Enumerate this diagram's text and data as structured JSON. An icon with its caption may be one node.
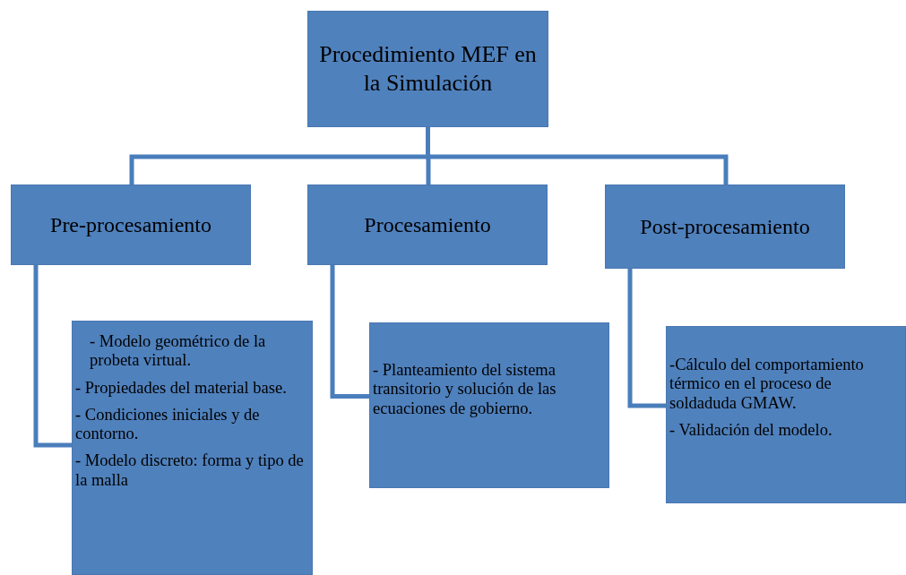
{
  "diagram": {
    "nodes": [
      {
        "text": [
          "Procedimiento MEF en la Simulación"
        ]
      },
      {
        "text": [
          "Pre-procesamiento"
        ]
      },
      {
        "text": [
          "Procesamiento"
        ]
      },
      {
        "text": [
          "Post-procesamiento"
        ]
      },
      {
        "text": [
          "- Modelo geométrico de la probeta virtual.",
          "- Propiedades del material base.",
          "- Condiciones iniciales y de contorno.",
          "- Modelo discreto: forma y tipo de la malla"
        ]
      },
      {
        "text": [
          "- Planteamiento del sistema transitorio y solución de las ecuaciones de gobierno."
        ]
      },
      {
        "text": [
          "-Cálculo del comportamiento térmico en el proceso de soldaduda GMAW.",
          "- Validación del modelo."
        ]
      }
    ],
    "edges": [
      {
        "from": 0,
        "to": 1,
        "arrow": "none"
      },
      {
        "from": 0,
        "to": 2,
        "arrow": "none"
      },
      {
        "from": 0,
        "to": 3,
        "arrow": "none"
      },
      {
        "from": 1,
        "to": 4,
        "arrow": "none"
      },
      {
        "from": 2,
        "to": 5,
        "arrow": "none"
      },
      {
        "from": 3,
        "to": 6,
        "arrow": "none"
      }
    ]
  }
}
